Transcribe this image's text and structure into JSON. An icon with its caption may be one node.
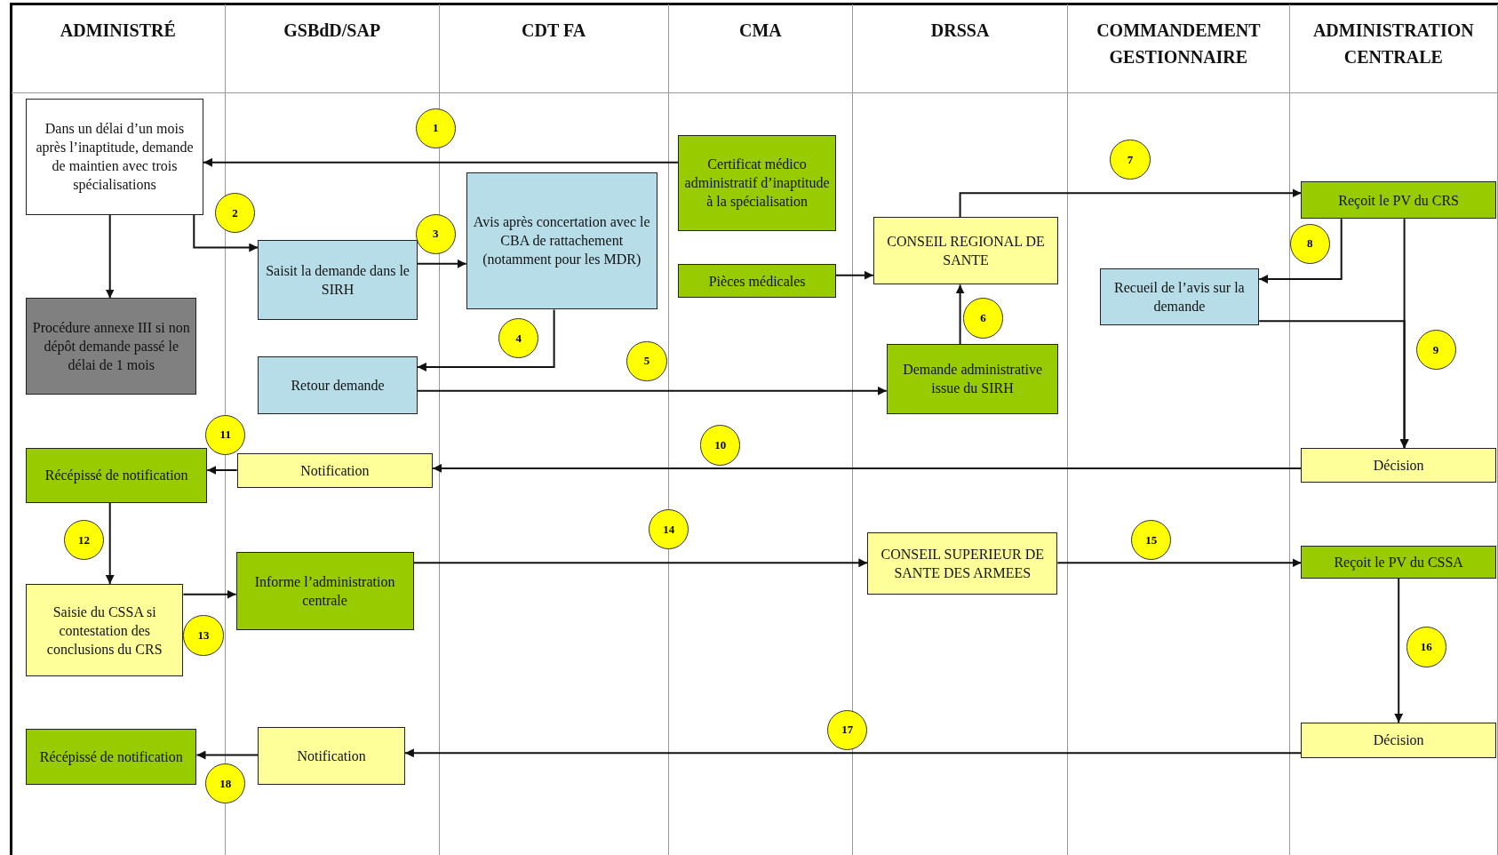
{
  "diagram": {
    "nodes": [
      {
        "text": [
          "ADMINISTRÉ"
        ]
      },
      {
        "text": [
          "GSBdD/SAP"
        ]
      },
      {
        "text": [
          "CDT FA"
        ]
      },
      {
        "text": [
          "CMA"
        ]
      },
      {
        "text": [
          "DRSSA"
        ]
      },
      {
        "text": [
          "COMMANDEMENT GESTIONNAIRE"
        ]
      },
      {
        "text": [
          "ADMINISTRATION CENTRALE"
        ]
      },
      {
        "text": [
          "Dans un délai d’un mois après l’inaptitude, demande de maintien avec trois spécialisations"
        ],
        "in": 0
      },
      {
        "text": [
          "Certificat médico administratif d’inaptitude à la spécialisation"
        ],
        "in": 3
      },
      {
        "text": [
          "Avis après concertation avec le CBA de rattachement (notamment pour les MDR)"
        ],
        "in": 2
      },
      {
        "text": [
          "CONSEIL REGIONAL DE SANTE"
        ],
        "in": 4
      },
      {
        "text": [
          "Reçoit le PV du CRS"
        ],
        "in": 6
      },
      {
        "text": [
          "Saisit la demande dans le SIRH"
        ],
        "in": 1
      },
      {
        "text": [
          "Pièces médicales"
        ],
        "in": 3
      },
      {
        "text": [
          "Recueil de l’avis sur la demande"
        ],
        "in": 5
      },
      {
        "text": [
          "Procédure annexe III si non dépôt demande passé le délai de 1 mois"
        ],
        "in": 0
      },
      {
        "text": [
          "Retour demande"
        ],
        "in": 1
      },
      {
        "text": [
          "Demande administrative issue du SIRH"
        ],
        "in": 4
      },
      {
        "text": [
          "Notification"
        ],
        "in": 1
      },
      {
        "text": [
          "Récépissé de notification"
        ],
        "in": 0
      },
      {
        "text": [
          "Décision"
        ],
        "in": 6
      },
      {
        "text": [
          "Informe l’administration centrale"
        ],
        "in": 1
      },
      {
        "text": [
          "CONSEIL SUPERIEUR DE SANTE DES ARMEES"
        ],
        "in": 4
      },
      {
        "text": [
          "Reçoit le PV du CSSA"
        ],
        "in": 6
      },
      {
        "text": [
          "Saisie du CSSA si contestation des conclusions du CRS"
        ],
        "in": 0
      },
      {
        "text": [
          "Notification"
        ],
        "in": 1
      },
      {
        "text": [
          "Récépissé de notification"
        ],
        "in": 0
      },
      {
        "text": [
          "Décision"
        ],
        "in": 6
      },
      {
        "text": [
          "1"
        ]
      },
      {
        "text": [
          "2"
        ],
        "in": 1
      },
      {
        "text": [
          "3"
        ]
      },
      {
        "text": [
          "4"
        ],
        "in": 2
      },
      {
        "text": [
          "5"
        ],
        "in": 2
      },
      {
        "text": [
          "6"
        ],
        "in": 4
      },
      {
        "text": [
          "7"
        ],
        "in": 5
      },
      {
        "text": [
          "8"
        ],
        "in": 6
      },
      {
        "text": [
          "9"
        ],
        "in": 6
      },
      {
        "text": [
          "10"
        ],
        "in": 3
      },
      {
        "text": [
          "11"
        ]
      },
      {
        "text": [
          "12"
        ],
        "in": 0
      },
      {
        "text": [
          "13"
        ],
        "in": 0
      },
      {
        "text": [
          "14"
        ]
      },
      {
        "text": [
          "15"
        ],
        "in": 5
      },
      {
        "text": [
          "16"
        ],
        "in": 6
      },
      {
        "text": [
          "17"
        ]
      },
      {
        "text": [
          "18"
        ]
      }
    ],
    "edges": [
      {
        "from": 8,
        "to": 7,
        "arrow": "to"
      },
      {
        "from": 7,
        "to": 12,
        "arrow": "to"
      },
      {
        "from": 7,
        "to": 15,
        "arrow": "to"
      },
      {
        "from": 12,
        "to": 9,
        "arrow": "to"
      },
      {
        "from": 9,
        "to": 16,
        "arrow": "to"
      },
      {
        "from": 16,
        "to": 17,
        "arrow": "to"
      },
      {
        "from": 13,
        "to": 10,
        "arrow": "to"
      },
      {
        "from": 17,
        "to": 10,
        "arrow": "to"
      },
      {
        "from": 10,
        "to": 11,
        "arrow": "to"
      },
      {
        "from": 11,
        "to": 14,
        "arrow": "to"
      },
      {
        "from": 11,
        "to": 20,
        "arrow": "to"
      },
      {
        "from": 14,
        "to": 20,
        "arrow": "to"
      },
      {
        "from": 20,
        "to": 18,
        "arrow": "to"
      },
      {
        "from": 18,
        "to": 19,
        "arrow": "to"
      },
      {
        "from": 19,
        "to": 24,
        "arrow": "to"
      },
      {
        "from": 24,
        "to": 21,
        "arrow": "to"
      },
      {
        "from": 21,
        "to": 22,
        "arrow": "to"
      },
      {
        "from": 22,
        "to": 23,
        "arrow": "to"
      },
      {
        "from": 23,
        "to": 27,
        "arrow": "to"
      },
      {
        "from": 27,
        "to": 25,
        "arrow": "to"
      },
      {
        "from": 25,
        "to": 26,
        "arrow": "to"
      }
    ]
  }
}
